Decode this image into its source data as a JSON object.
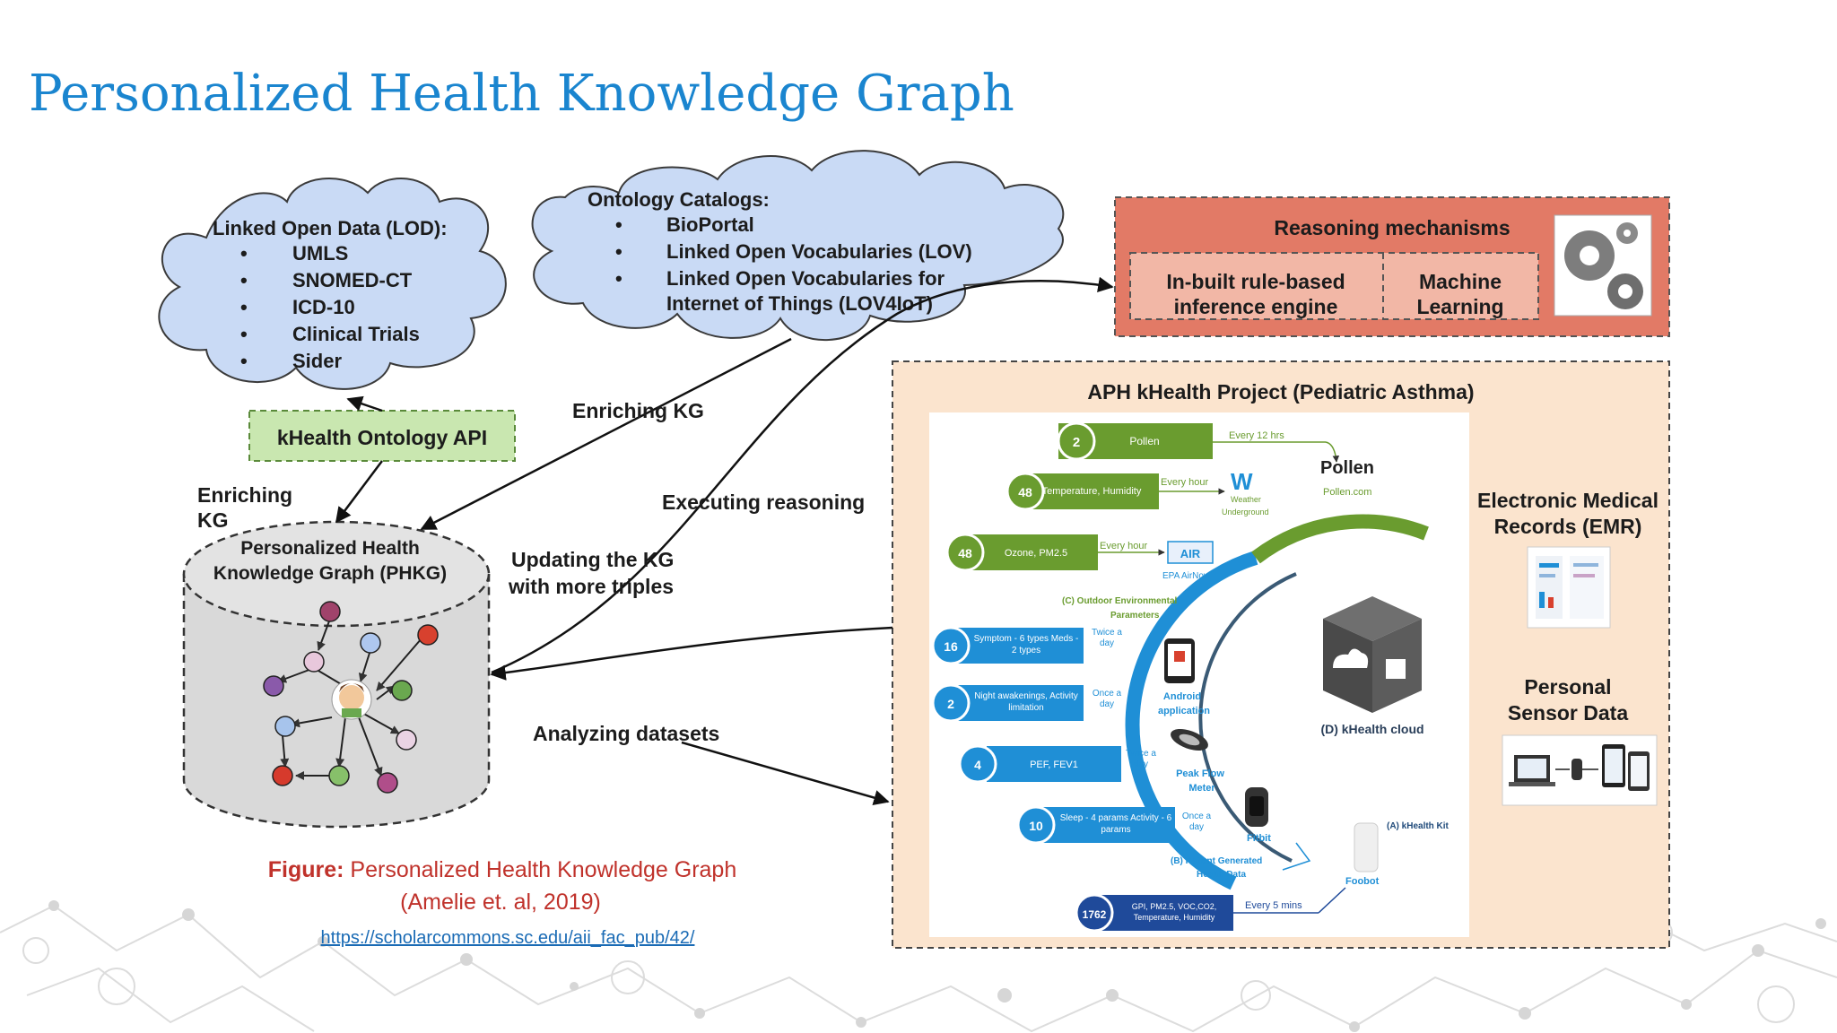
{
  "page": {
    "title": "Personalized Health Knowledge Graph"
  },
  "lod": {
    "heading": "Linked Open Data (LOD):",
    "items": [
      "UMLS",
      "SNOMED-CT",
      "ICD-10",
      "Clinical Trials",
      "Sider"
    ]
  },
  "catalogs": {
    "heading": "Ontology Catalogs:",
    "items": [
      "BioPortal",
      "Linked Open Vocabularies (LOV)",
      "Linked Open Vocabularies for",
      "Internet of Things (LOV4IoT)"
    ]
  },
  "api": {
    "label": "kHealth Ontology API"
  },
  "phkg": {
    "line1": "Personalized Health",
    "line2": "Knowledge Graph (PHKG)"
  },
  "reasoning": {
    "title": "Reasoning mechanisms",
    "engine_line1": "In-built rule-based",
    "engine_line2": "inference engine",
    "ml_line1": "Machine",
    "ml_line2": "Learning"
  },
  "edges": {
    "enriching_left_1": "Enriching",
    "enriching_left_2": "KG",
    "enriching_mid": "Enriching KG",
    "executing": "Executing reasoning",
    "updating_1": "Updating the KG",
    "updating_2": "with more triples",
    "analyzing": "Analyzing datasets"
  },
  "aph": {
    "title": "APH kHealth Project (Pediatric Asthma)",
    "emr_line1": "Electronic Medical",
    "emr_line2": "Records (EMR)",
    "sensor_line1": "Personal",
    "sensor_line2": "Sensor Data",
    "rows": [
      {
        "num": "2",
        "label": "Pollen",
        "freq": "Every 12 hrs"
      },
      {
        "num": "48",
        "label": "Temperature, Humidity",
        "freq": "Every hour"
      },
      {
        "num": "48",
        "label": "Ozone, PM2.5",
        "freq": "Every hour"
      },
      {
        "num": "16",
        "label": "Symptom - 6 types Meds - 2 types",
        "freq": "Twice a day"
      },
      {
        "num": "2",
        "label": "Night awakenings, Activity limitation",
        "freq": "Once a day"
      },
      {
        "num": "4",
        "label": "PEF, FEV1",
        "freq": "Twice a day"
      },
      {
        "num": "10",
        "label": "Sleep - 4 params Activity - 6 params",
        "freq": "Once a day"
      },
      {
        "num": "1762",
        "label": "GPI, PM2.5, VOC,CO2, Temperature, Humidity",
        "freq": "Every 5 mins"
      }
    ],
    "source_pollen": "Pollen",
    "source_pollen_url": "Pollen.com",
    "source_weather_1": "Weather",
    "source_weather_2": "Underground",
    "source_epa": "EPA AirNow",
    "outdoor_1": "(C) Outdoor Environmental",
    "outdoor_2": "Parameters",
    "android_1": "Android",
    "android_2": "application",
    "peak_1": "Peak Flow",
    "peak_2": "Meter",
    "fitbit": "Fitbit",
    "foobot": "Foobot",
    "patient_1": "(B) Patient Generated",
    "patient_2": "Health Data",
    "kit": "(A) kHealth Kit",
    "cloud": "(D) kHealth cloud"
  },
  "caption": {
    "prefix": "Figure:",
    "text": " Personalized Health Knowledge Graph",
    "cite": "(Amelie et. al, 2019)",
    "url": "https://scholarcommons.sc.edu/aii_fac_pub/42/"
  },
  "colors": {
    "title": "#1a85cf",
    "cloud": "#c9daf5",
    "reasoning": "#e27a66",
    "aph_bg": "#fbe4ce",
    "green": "#6a9c2f",
    "blue": "#1f8fd6"
  }
}
